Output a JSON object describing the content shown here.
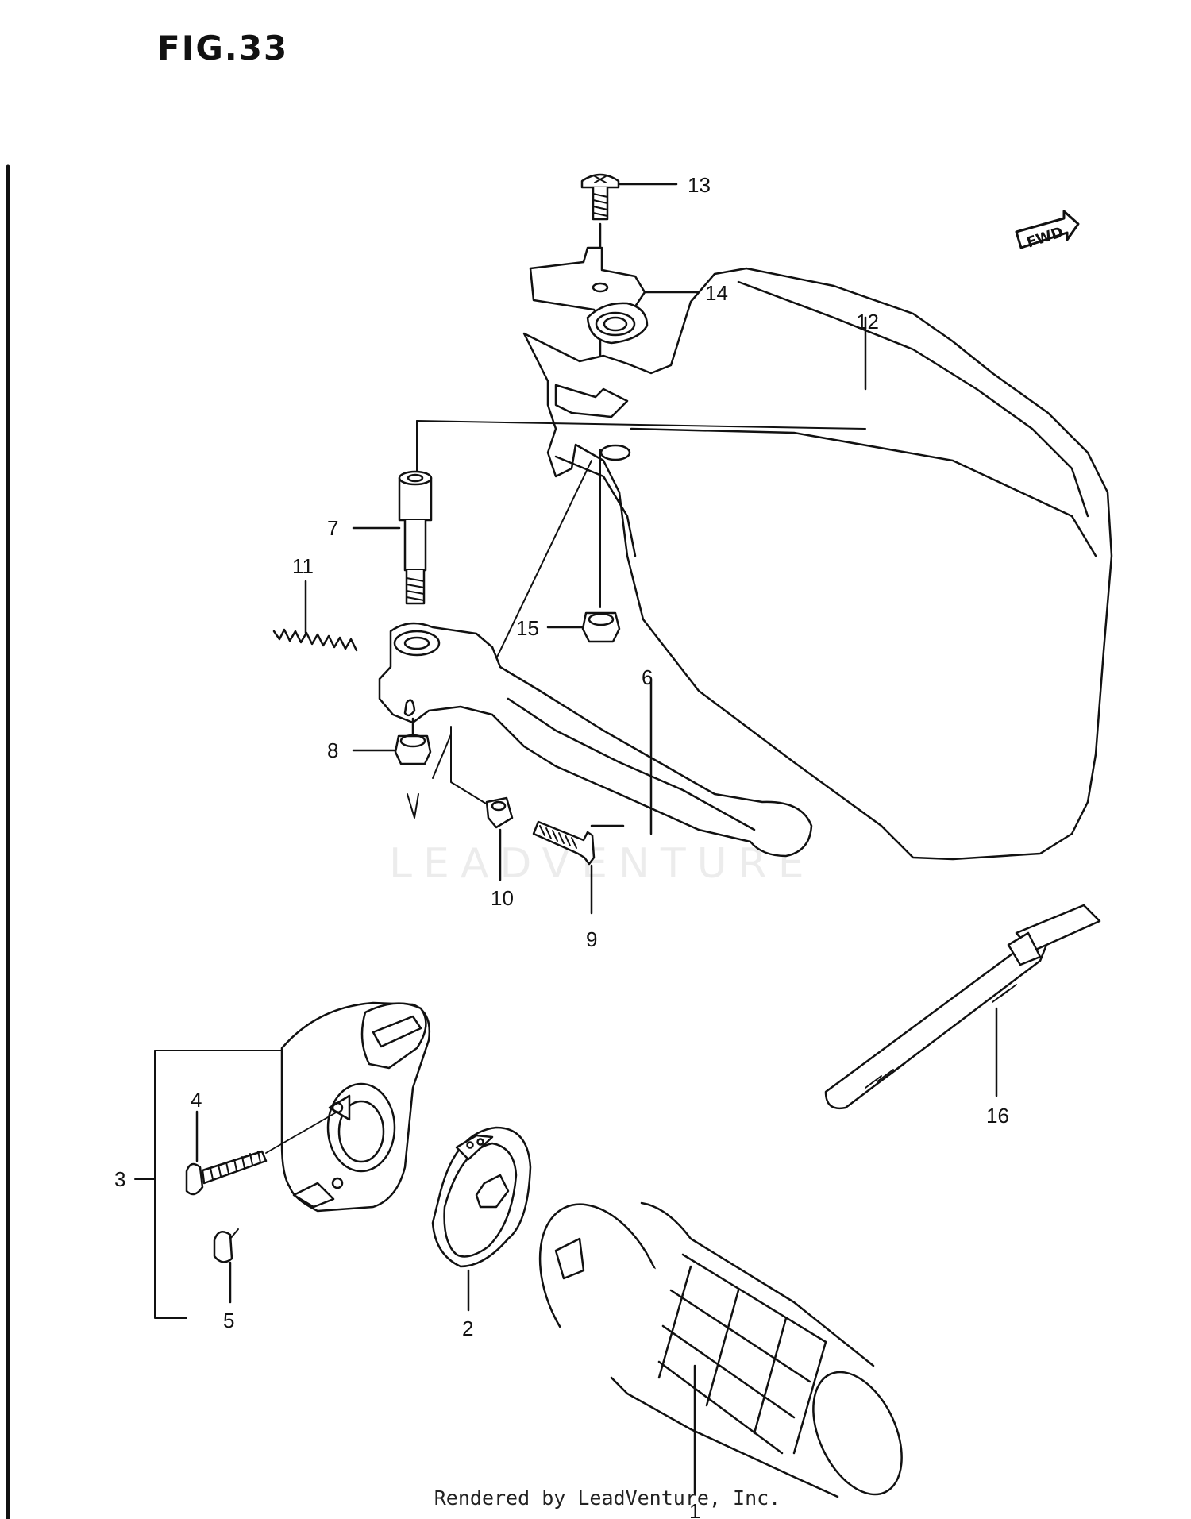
{
  "figure": {
    "title": "FIG.33"
  },
  "footer": {
    "rendered_by": "Rendered by LeadVenture, Inc."
  },
  "watermark": {
    "text": "LEADVENTURE"
  },
  "fwd_badge": {
    "text": "FWD"
  },
  "callouts": {
    "c1": "1",
    "c2": "2",
    "c3": "3",
    "c4": "4",
    "c5": "5",
    "c6": "6",
    "c7": "7",
    "c8": "8",
    "c9": "9",
    "c10": "10",
    "c11": "11",
    "c12": "12",
    "c13": "13",
    "c14": "14",
    "c15": "15",
    "c16": "16"
  }
}
